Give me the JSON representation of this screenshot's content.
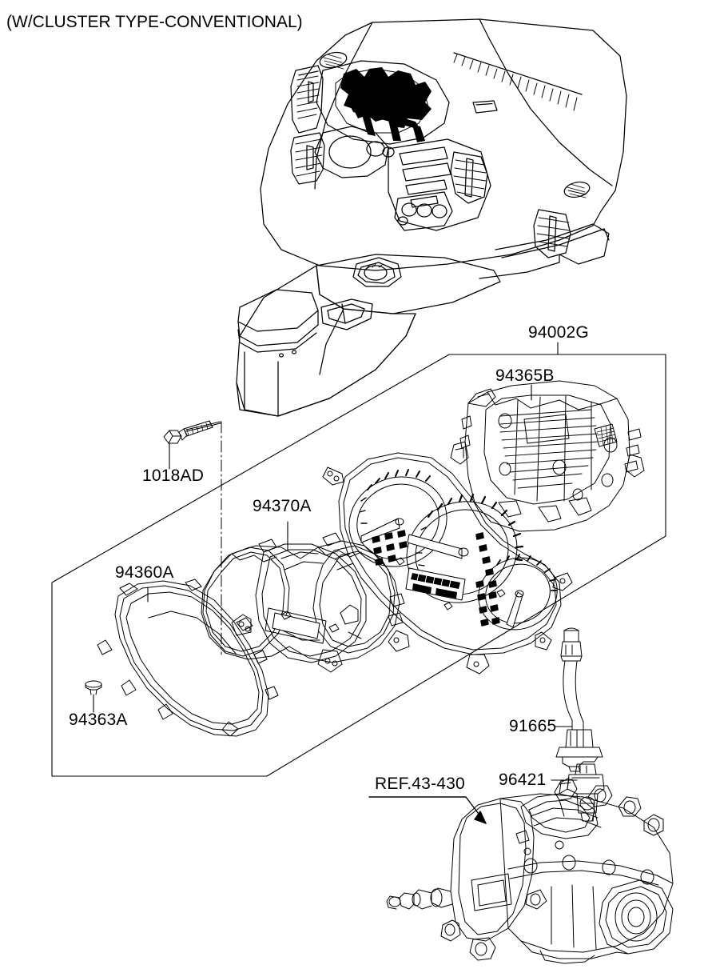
{
  "diagram": {
    "title": "(W/CLUSTER TYPE-CONVENTIONAL)",
    "kind": "exploded parts diagram",
    "subject": "Instrument cluster assembly",
    "line_color": "#000000",
    "background_color": "#ffffff"
  },
  "labels": {
    "assembly": "94002G",
    "case_rear": "94365B",
    "screw": "1018AD",
    "bezel": "94370A",
    "lens": "94360A",
    "clip": "94363A",
    "sensor_cable": "91665",
    "speed_sensor": "96421",
    "reference": "REF.43-430"
  },
  "parts": [
    {
      "number": "94002G",
      "name": "cluster-assembly-group",
      "callout": "bracket"
    },
    {
      "number": "94365B",
      "name": "cluster-rear-case",
      "callout": "leader"
    },
    {
      "number": "1018AD",
      "name": "mounting-screw",
      "callout": "leader"
    },
    {
      "number": "94370A",
      "name": "cluster-bezel",
      "callout": "leader"
    },
    {
      "number": "94360A",
      "name": "cluster-lens",
      "callout": "leader"
    },
    {
      "number": "94363A",
      "name": "cluster-clip",
      "callout": "leader"
    },
    {
      "number": "91665",
      "name": "speed-sensor-cable",
      "callout": "leader"
    },
    {
      "number": "96421",
      "name": "vehicle-speed-sensor",
      "callout": "leader"
    },
    {
      "number": "REF.43-430",
      "name": "transmission-reference",
      "callout": "arrow"
    }
  ],
  "figures": [
    {
      "name": "dashboard-panel",
      "description": "instrument panel with cluster opening shaded black"
    },
    {
      "name": "center-console",
      "description": "floor console with armrest and shift boot"
    },
    {
      "name": "instrument-cluster-face",
      "description": "three-gauge cluster with pointers and LCD"
    },
    {
      "name": "transmission-housing",
      "description": "manual transaxle case"
    }
  ]
}
